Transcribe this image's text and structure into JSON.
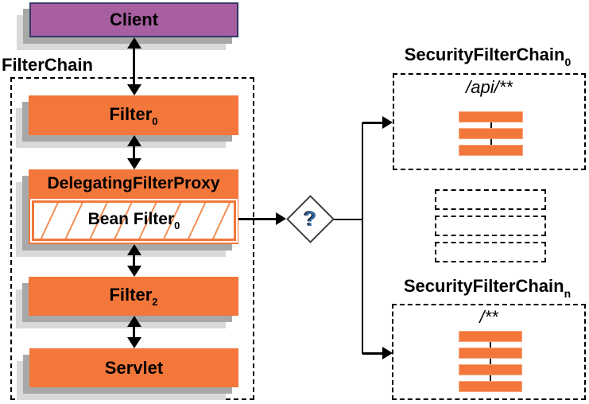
{
  "client": {
    "label": "Client"
  },
  "filter_chain": {
    "title": "FilterChain",
    "nodes": [
      {
        "label": "Filter",
        "sub": "0"
      },
      {
        "label": "DelegatingFilterProxy"
      },
      {
        "label": "Bean Filter",
        "sub": "0"
      },
      {
        "label": "Filter",
        "sub": "2"
      },
      {
        "label": "Servlet"
      }
    ]
  },
  "decision": {
    "label": "?"
  },
  "security_filter_chains": [
    {
      "title": "SecurityFilterChain",
      "sub": "0",
      "pattern": "/api/**",
      "filter_count": 3
    },
    {
      "title": "SecurityFilterChain",
      "sub": "n",
      "pattern": "/**",
      "filter_count": 4
    }
  ],
  "placeholder_chain_count": 3,
  "colors": {
    "orange": "#f3773b",
    "orange_hatch": "#f29058",
    "purple": "#a75fa1",
    "purple_border": "#333a66",
    "shadow_dark": "#a8a8a8",
    "shadow_light": "#d9d9d9",
    "question_mark_blue": "#3465a4"
  }
}
